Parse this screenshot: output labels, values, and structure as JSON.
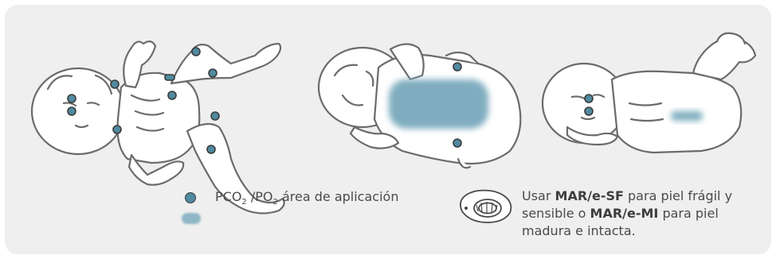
{
  "colors": {
    "panel": "#efefef",
    "outline": "#6b6b6b",
    "skin": "#ffffff",
    "sensor_dot": "#4f8aa0",
    "area_fill": "#7fadbf",
    "text": "#4a4a4a"
  },
  "icons": {
    "sensor_dot": "sensor-site-dot-icon",
    "application_area": "application-area-icon",
    "attachment_ring": "fixation-ring-icon"
  },
  "legend": {
    "dot": {
      "prefix_1": "PCO",
      "sub_1": "2",
      "sep": " /PO",
      "sub_2": "2",
      "suffix": " área de aplicación"
    }
  },
  "note": {
    "part_1": "Usar ",
    "bold_1": "MAR/e-SF",
    "part_2": " para piel frágil y sensible o ",
    "bold_2": "MAR/e-MI",
    "part_3": " para piel madura e intacta."
  }
}
